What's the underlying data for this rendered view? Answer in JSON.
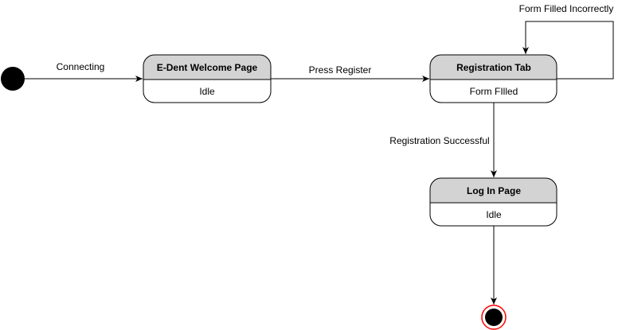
{
  "colors": {
    "stroke": "#000000",
    "state_header_fill": "#d3d3d3",
    "state_body_fill": "#ffffff",
    "final_ring": "#ff0000"
  },
  "states": {
    "welcome": {
      "title": "E-Dent Welcome Page",
      "body": "Idle"
    },
    "registration": {
      "title": "Registration Tab",
      "body": "Form FIlled"
    },
    "login": {
      "title": "Log In Page",
      "body": "Idle"
    }
  },
  "transitions": {
    "connecting": "Connecting",
    "press_register": "Press Register",
    "form_filled_incorrectly": "Form Filled Incorrectly",
    "registration_successful": "Registration Successful"
  }
}
